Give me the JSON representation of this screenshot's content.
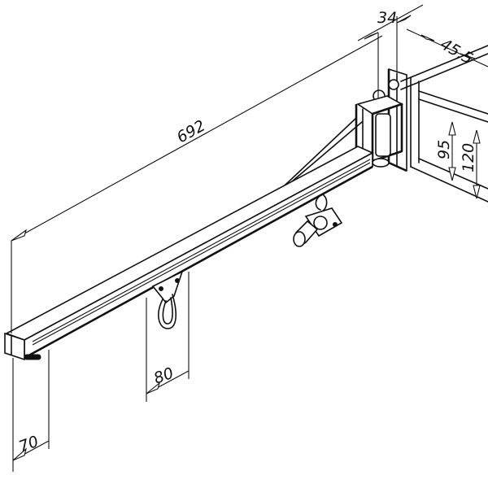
{
  "drawing": {
    "subject": "Wall-mounted swing jib arm with trolley and shackle",
    "dimensions": {
      "arm_length": "692",
      "pivot_offset": "34",
      "bracket_depth": "45,5",
      "plate_inner_height": "95",
      "plate_outer_height": "120",
      "shackle_position": "80",
      "end_offset": "70"
    },
    "colors": {
      "line": "#111111",
      "background": "#ffffff"
    }
  }
}
